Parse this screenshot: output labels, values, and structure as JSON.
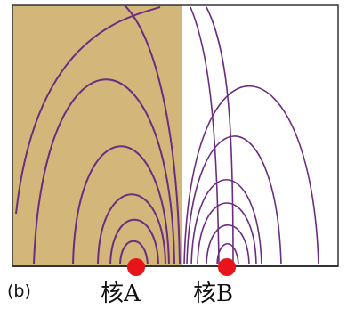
{
  "figure": {
    "panel_label": "(b)",
    "nucleus_a_label": "核A",
    "nucleus_b_label": "核B",
    "colors": {
      "left_region_fill": "#d3b77a",
      "field_line": "#6b2d80",
      "nucleus": "#e8141c",
      "frame": "#333333"
    },
    "icons": {
      "nucleus_marker": "red-dot"
    }
  }
}
